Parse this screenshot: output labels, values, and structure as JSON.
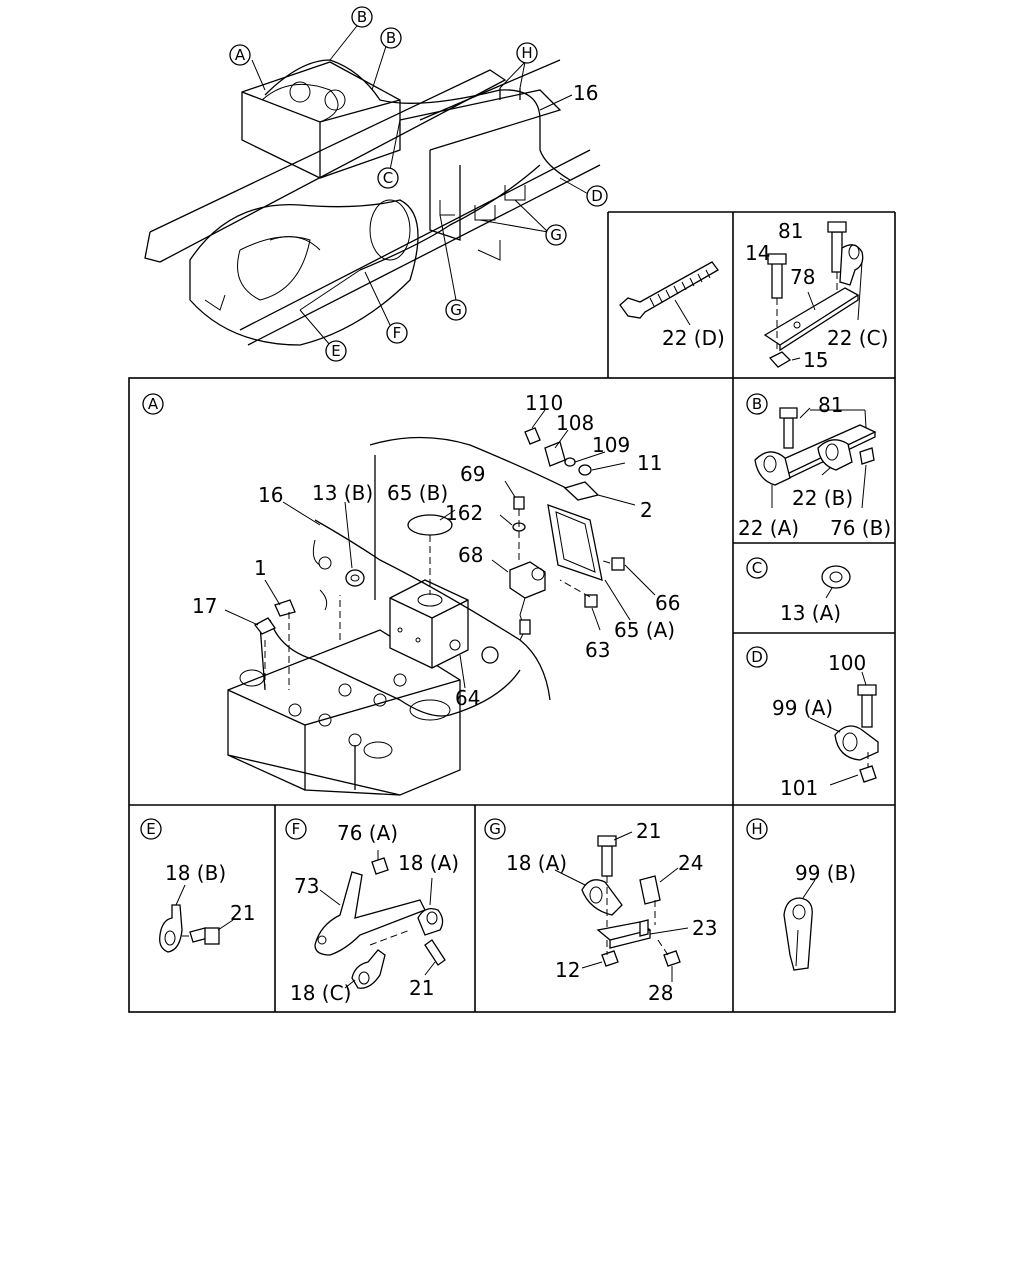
{
  "panels": {
    "A": "A",
    "B": "B",
    "C": "C",
    "D": "D",
    "E": "E",
    "F": "F",
    "G": "G",
    "H": "H"
  },
  "overview": {
    "callout_a": "A",
    "callout_b1": "B",
    "callout_b2": "B",
    "callout_h": "H",
    "callout_c": "C",
    "callout_d": "D",
    "callout_g1": "G",
    "callout_g2": "G",
    "callout_f": "F",
    "callout_e": "E",
    "label_16": "16"
  },
  "cable_tie": {
    "label_22d": "22 (D)"
  },
  "clamp_bracket": {
    "label_81": "81",
    "label_14": "14",
    "label_78": "78",
    "label_22c": "22 (C)",
    "label_15": "15"
  },
  "detail_a": {
    "label_110": "110",
    "label_108": "108",
    "label_109": "109",
    "label_11": "11",
    "label_2": "2",
    "label_69": "69",
    "label_162": "162",
    "label_68": "68",
    "label_66": "66",
    "label_63": "63",
    "label_65a": "65 (A)",
    "label_65b": "65 (B)",
    "label_13b": "13 (B)",
    "label_16": "16",
    "label_1": "1",
    "label_17": "17",
    "label_64": "64"
  },
  "detail_b": {
    "label_81": "81",
    "label_22b": "22 (B)",
    "label_22a": "22 (A)",
    "label_76b": "76 (B)"
  },
  "detail_c": {
    "label_13a": "13 (A)"
  },
  "detail_d": {
    "label_100": "100",
    "label_99a": "99 (A)",
    "label_101": "101"
  },
  "detail_e": {
    "label_18b": "18 (B)",
    "label_21": "21"
  },
  "detail_f": {
    "label_76a": "76 (A)",
    "label_18a": "18 (A)",
    "label_73": "73",
    "label_18c": "18 (C)",
    "label_21": "21"
  },
  "detail_g": {
    "label_21": "21",
    "label_18a": "18 (A)",
    "label_24": "24",
    "label_23": "23",
    "label_12": "12",
    "label_28": "28"
  },
  "detail_h": {
    "label_99b": "99 (B)"
  }
}
